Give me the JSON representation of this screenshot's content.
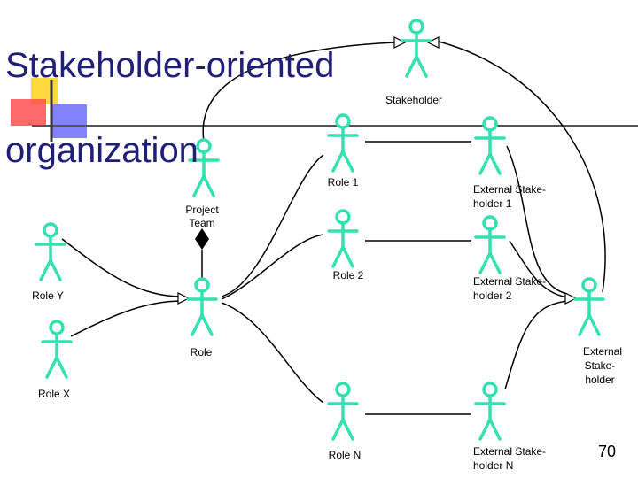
{
  "slide": {
    "title_line1": "Stakeholder-oriented",
    "title_line2": "organization",
    "page_number": "70"
  },
  "colors": {
    "actor": "#33e0b0",
    "title": "#1f1f7a",
    "deco_yellow": "#ffd83a",
    "deco_red": "#ff4f4f",
    "deco_blue": "#5a5aff"
  },
  "diagram": {
    "actors": {
      "stakeholder": {
        "label": [
          "Stakeholder"
        ]
      },
      "project_team": {
        "label": [
          "Project",
          "Team"
        ]
      },
      "role_1": {
        "label": [
          "Role 1"
        ]
      },
      "role_2": {
        "label": [
          "Role 2"
        ]
      },
      "role": {
        "label": [
          "Role"
        ]
      },
      "role_n": {
        "label": [
          "Role N"
        ]
      },
      "role_y": {
        "label": [
          "Role Y"
        ]
      },
      "role_x": {
        "label": [
          "Role X"
        ]
      },
      "ext_1": {
        "label": [
          "External Stake-",
          "holder 1"
        ]
      },
      "ext_2": {
        "label": [
          "External Stake-",
          "holder 2"
        ]
      },
      "ext_n": {
        "label": [
          "External Stake-",
          "holder N"
        ]
      },
      "external": {
        "label": [
          "External",
          "Stake-",
          "holder"
        ]
      }
    }
  }
}
